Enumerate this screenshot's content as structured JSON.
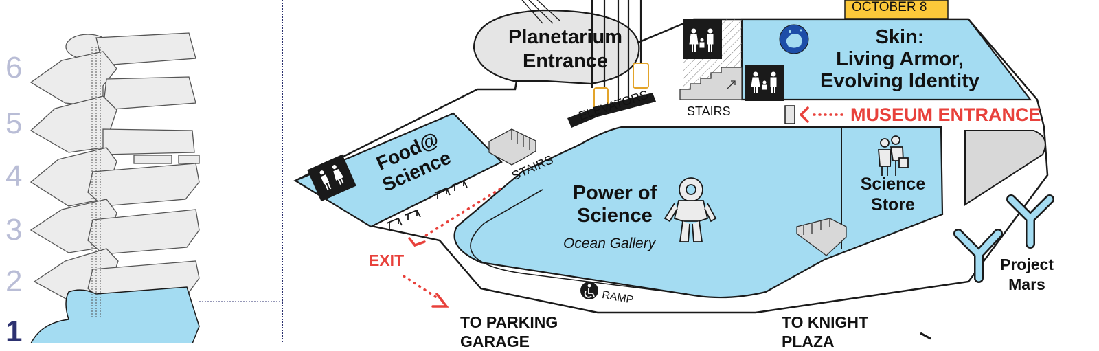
{
  "floor_selector": {
    "levels": [
      "6",
      "5",
      "4",
      "3",
      "2",
      "1"
    ],
    "active_level": "1"
  },
  "colors": {
    "exhibit_blue": "#a4dcf2",
    "outline": "#1a1a1a",
    "accent_red": "#e8413b",
    "banner_yellow": "#fcc83a",
    "stack_gray": "#ececec",
    "level_inactive": "#b9bdd6",
    "level_active": "#2c3170"
  },
  "banner": {
    "text": "OCTOBER 8"
  },
  "areas": {
    "planetarium": "Planetarium Entrance",
    "skin_title": "Skin:",
    "skin_line2": "Living Armor,",
    "skin_line3": "Evolving Identity",
    "food": "Food@ Science",
    "power_title": "Power of Science",
    "power_sub": "Ocean Gallery",
    "store": "Science Store",
    "mars": "Project Mars"
  },
  "labels": {
    "elevators": "ELEVATORS",
    "stairs_top": "STAIRS",
    "stairs_left": "STAIRS",
    "museum_entrance": "MUSEUM ENTRANCE",
    "exit": "EXIT",
    "ramp": "RAMP",
    "to_parking": "TO PARKING GARAGE",
    "to_knight": "TO KNIGHT PLAZA"
  },
  "icons": [
    "restroom-icon",
    "family-restroom-icon",
    "accessible-icon",
    "handwashing-icon",
    "shopper-icon",
    "diver-suit-icon",
    "elevator-icon",
    "stairs-icon",
    "table-icon",
    "entrance-door-icon"
  ]
}
